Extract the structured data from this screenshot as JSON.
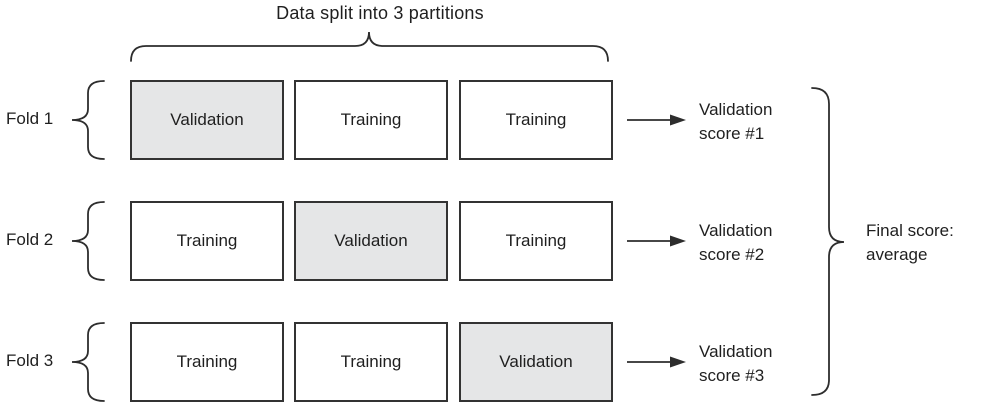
{
  "diagram": {
    "title": "Data split into 3 partitions",
    "folds": [
      {
        "label": "Fold 1",
        "partitions": [
          {
            "label": "Validation",
            "type": "validation"
          },
          {
            "label": "Training",
            "type": "training"
          },
          {
            "label": "Training",
            "type": "training"
          }
        ],
        "score": {
          "line1": "Validation",
          "line2": "score #1"
        }
      },
      {
        "label": "Fold 2",
        "partitions": [
          {
            "label": "Training",
            "type": "training"
          },
          {
            "label": "Validation",
            "type": "validation"
          },
          {
            "label": "Training",
            "type": "training"
          }
        ],
        "score": {
          "line1": "Validation",
          "line2": "score #2"
        }
      },
      {
        "label": "Fold 3",
        "partitions": [
          {
            "label": "Training",
            "type": "training"
          },
          {
            "label": "Training",
            "type": "training"
          },
          {
            "label": "Validation",
            "type": "validation"
          }
        ],
        "score": {
          "line1": "Validation",
          "line2": "score #3"
        }
      }
    ],
    "final_score": {
      "line1": "Final score:",
      "line2": "average"
    },
    "colors": {
      "validation_fill": "#e5e6e7",
      "training_fill": "#ffffff",
      "line": "#2d2d2d",
      "border": "#333333"
    }
  }
}
